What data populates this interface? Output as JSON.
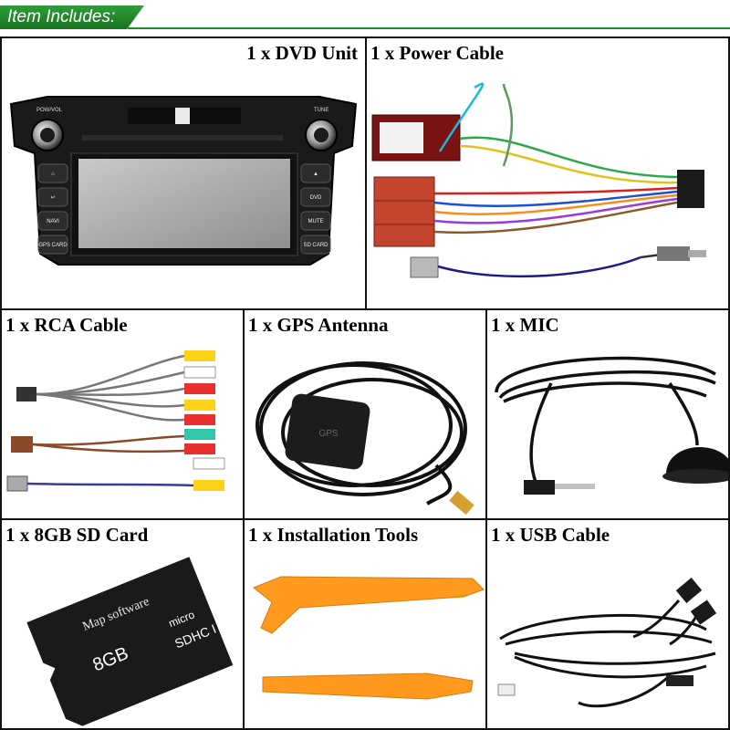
{
  "header": {
    "title": "Item Includes:"
  },
  "items": [
    {
      "label": "1 x DVD Unit"
    },
    {
      "label": "1 x Power Cable"
    },
    {
      "label": "1 x RCA Cable"
    },
    {
      "label": "1 x GPS Antenna"
    },
    {
      "label": "1 x MIC"
    },
    {
      "label": "1 x 8GB SD Card"
    },
    {
      "label": "1 x Installation Tools"
    },
    {
      "label": "1 x USB Cable"
    }
  ],
  "dvd_unit": {
    "knob_left": "POW/VOL",
    "knob_right": "TUNE",
    "buttons_left": [
      "",
      "",
      "NAVI",
      "GPS CARD"
    ],
    "buttons_right": [
      "",
      "DVD",
      "MUTE",
      "SD CARD"
    ]
  },
  "gps": {
    "puck_text": "GPS"
  },
  "sd_card": {
    "line1": "Map software",
    "capacity": "8GB",
    "brand": "micro",
    "logo": "SDHC I"
  },
  "colors": {
    "accent": "#1f8a2b",
    "tool_orange": "#ff9a1f"
  }
}
